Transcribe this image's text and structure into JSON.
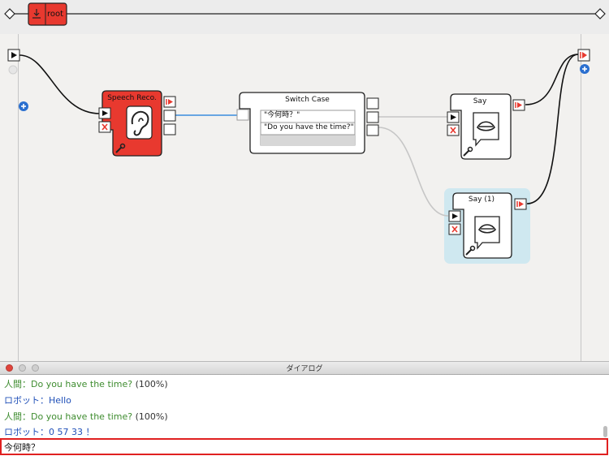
{
  "breadcrumb": {
    "root_label": "root"
  },
  "canvas": {
    "boxes": {
      "speech_reco": {
        "title": "Speech Reco."
      },
      "switch_case": {
        "title": "Switch Case",
        "cases": [
          "\"今何時？\"",
          "\"Do you have the time?\"",
          ""
        ]
      },
      "say": {
        "title": "Say"
      },
      "say_1": {
        "title": "Say (1)"
      }
    }
  },
  "dialog": {
    "title": "ダイアログ",
    "messages": [
      {
        "speaker": "人間：",
        "text": "Do you have the time?",
        "confidence": "(100%)",
        "kind": "human"
      },
      {
        "speaker": "ロボット：",
        "text": "Hello",
        "kind": "robot"
      },
      {
        "speaker": "人間：",
        "text": "Do you have the time?",
        "confidence": "(100%)",
        "kind": "human"
      },
      {
        "speaker": "ロボット：",
        "text": "0 57 33 ！",
        "kind": "robot"
      }
    ],
    "input_value": "今何時？"
  },
  "colors": {
    "box_red": "#e8392f",
    "link_blue": "#3a8ede",
    "selected_bg": "#cfe8f0",
    "input_border": "#e02020"
  }
}
